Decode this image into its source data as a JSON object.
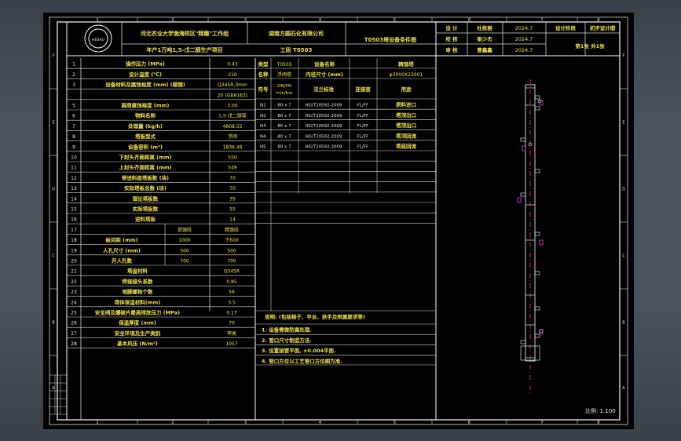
{
  "frame": {
    "top_numbers": [
      "1",
      "2",
      "3",
      "4",
      "5",
      "6",
      "7",
      "8"
    ],
    "side_letters": [
      "F",
      "E",
      "D",
      "C",
      "B",
      "A"
    ],
    "right_letters": [
      "F",
      "E",
      "D",
      "C",
      "B",
      "A"
    ],
    "bottom_numbers": [
      "1",
      "2",
      "3",
      "4",
      "5",
      "6",
      "7",
      "8"
    ]
  },
  "title_block": {
    "school": "河北农业大学渤海校区\"精雕\"工作组",
    "company": "湖南方圆石化有限公司",
    "project": "年产1万吨1,5-戊二醇生产项目",
    "drawing_no": "工段 T0503",
    "drawing_title": "T0503塔设备条件图"
  },
  "approval": {
    "rows": [
      {
        "role": "设 计",
        "name": "杜栋丽",
        "date": "2024.7"
      },
      {
        "role": "校 核",
        "name": "梁少杰",
        "date": "2024.7"
      },
      {
        "role": "审 核",
        "name": "曹鑫鑫",
        "date": "2024.7"
      }
    ],
    "stage_label": "设计阶段",
    "stage_value": "初步设计图",
    "sheet": "第1张  共1张"
  },
  "spec_rows": [
    {
      "no": "1",
      "label": "操作压力 (MPa)",
      "value": "0.43"
    },
    {
      "no": "2",
      "label": "设计温度 (℃)",
      "value": "210"
    },
    {
      "no": "3",
      "label": "设备材料及腐蚀裕度 (mm) (碳钢)",
      "value": "Q345R,3mm"
    },
    {
      "no": "",
      "label": "",
      "value": "20 (GB8163)"
    },
    {
      "no": "5",
      "label": "圆周腐蚀裕度 (mm)",
      "value": "3.00"
    },
    {
      "no": "6",
      "label": "物料名称",
      "value": "1,5-戊二醇等"
    },
    {
      "no": "7",
      "label": "处理量 (kg/h)",
      "value": "4808.55"
    },
    {
      "no": "8",
      "label": "塔板型式",
      "value": "浮阀"
    },
    {
      "no": "9",
      "label": "设备容积 (m³)",
      "value": "1836.49"
    },
    {
      "no": "10",
      "label": "下封头齐面距离 (mm)",
      "value": "550"
    },
    {
      "no": "11",
      "label": "上封头齐面距离 (mm)",
      "value": "549"
    },
    {
      "no": "12",
      "label": "带进料层塔板数 (块)",
      "value": "70"
    },
    {
      "no": "13",
      "label": "实际塔板总数 (块)",
      "value": "70"
    },
    {
      "no": "14",
      "label": "理论塔板数",
      "value": "35"
    },
    {
      "no": "15",
      "label": "实际塔板数",
      "value": "55"
    },
    {
      "no": "16",
      "label": "进料塔板",
      "value": "14"
    }
  ],
  "lower_rows": [
    {
      "no": "17",
      "label": "",
      "c1": "提馏段",
      "c2": "精馏段"
    },
    {
      "no": "18",
      "label": "板间距 (mm)",
      "c1": "1000",
      "c2": "下600"
    },
    {
      "no": "19",
      "label": "人孔尺寸 (mm)",
      "c1": "500",
      "c2": "500"
    },
    {
      "no": "20",
      "label": "开人孔数",
      "c1": "700",
      "c2": "700"
    }
  ],
  "bottom_rows": [
    {
      "no": "21",
      "label": "塔盘材料",
      "value": "Q345R"
    },
    {
      "no": "22",
      "label": "焊接接头系数",
      "value": "0.85"
    },
    {
      "no": "23",
      "label": "地脚螺栓个数",
      "value": "56"
    },
    {
      "no": "24",
      "label": "塔体保温材料(mm)",
      "value": "3.5"
    },
    {
      "no": "25",
      "label": "安全阀及爆破片最高排放压力 (MPa)",
      "value": "0.17"
    },
    {
      "no": "26",
      "label": "保温厚度 (mm)",
      "value": "70"
    },
    {
      "no": "27",
      "label": "安全环境及生产类别",
      "value": "甲类"
    },
    {
      "no": "28",
      "label": "基本风压 (N/m²)",
      "value": "1057"
    }
  ],
  "nozzle_header": {
    "spec_row": {
      "k1": "类型",
      "v1": "T0503",
      "k2": "设备名称",
      "v2": "精馏塔"
    },
    "name_row": {
      "k1": "名称",
      "v1": "浮阀塔",
      "k2": "内径尺寸 (mm)",
      "v2": "φ3000X23001"
    },
    "cols": [
      "符号",
      "DN/PN mm/bar",
      "法兰标准",
      "连接面",
      "用途"
    ]
  },
  "nozzles": [
    {
      "sym": "N1",
      "dn": "80 x 7",
      "std": "HG/T20592-2009",
      "face": "FL/FF",
      "use": "原料进口"
    },
    {
      "sym": "N2",
      "dn": "80 x 7",
      "std": "HG/T20592-2009",
      "face": "FL/FF",
      "use": "塔顶出口"
    },
    {
      "sym": "N3",
      "dn": "80 x 7",
      "std": "HG/T20592-2009",
      "face": "FL/FF",
      "use": "塔顶出口"
    },
    {
      "sym": "N4",
      "dn": "80 x 7",
      "std": "HG/T20592-2009",
      "face": "FL/FF",
      "use": "塔顶回流"
    },
    {
      "sym": "N5",
      "dn": "80 x 7",
      "std": "HG/T20592-2009",
      "face": "FL/FF",
      "use": "塔底回流"
    }
  ],
  "notes": {
    "title": "说明: (包括梯子、平台、扶手及附属要求等)",
    "items": [
      "1. 设备需做防腐处理.",
      "2. 管口尺寸制造方法.",
      "3. 设置接管平面, ±0.004平面.",
      "4. 管口方位以工艺管口方位图为准."
    ]
  },
  "scale": "比例: 1:100"
}
